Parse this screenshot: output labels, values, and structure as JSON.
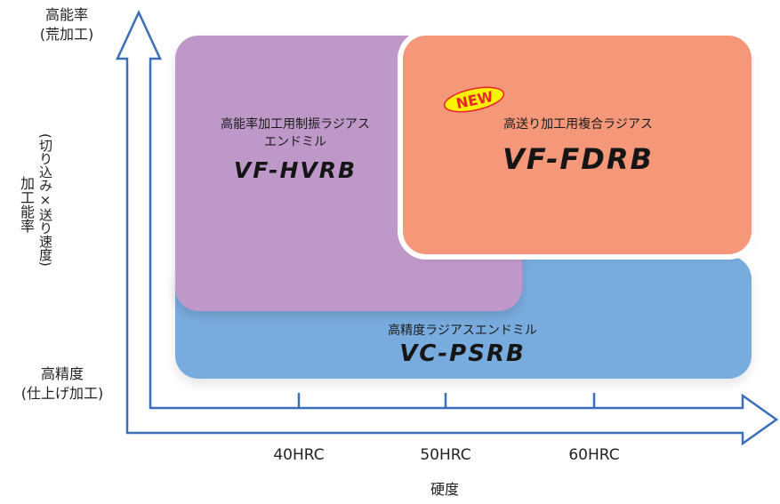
{
  "y_axis": {
    "top_label": "高能率",
    "top_sublabel": "(荒加工)",
    "middle_label": "加工能率",
    "middle_sublabel": "(切り込み×送り速度)",
    "bottom_label": "高精度",
    "bottom_sublabel": "(仕上げ加工)"
  },
  "x_axis": {
    "label": "硬度",
    "ticks": [
      "40HRC",
      "50HRC",
      "60HRC"
    ]
  },
  "products": {
    "hvrb": {
      "subtitle_line1": "高能率加工用制振ラジアス",
      "subtitle_line2": "エンドミル",
      "name": "VF-HVRB"
    },
    "fdrb": {
      "subtitle": "高送り加工用複合ラジアス",
      "name": "VF-FDRB",
      "badge": "NEW"
    },
    "psrb": {
      "subtitle": "高精度ラジアスエンドミル",
      "name": "VC-PSRB"
    }
  },
  "colors": {
    "purple_region": "#bd98c9",
    "pink_region": "#f5987a",
    "blue_region": "#79acde",
    "axis_stroke": "#3a6fb7",
    "badge_fill": "#fff200",
    "badge_text": "#e8242c"
  }
}
